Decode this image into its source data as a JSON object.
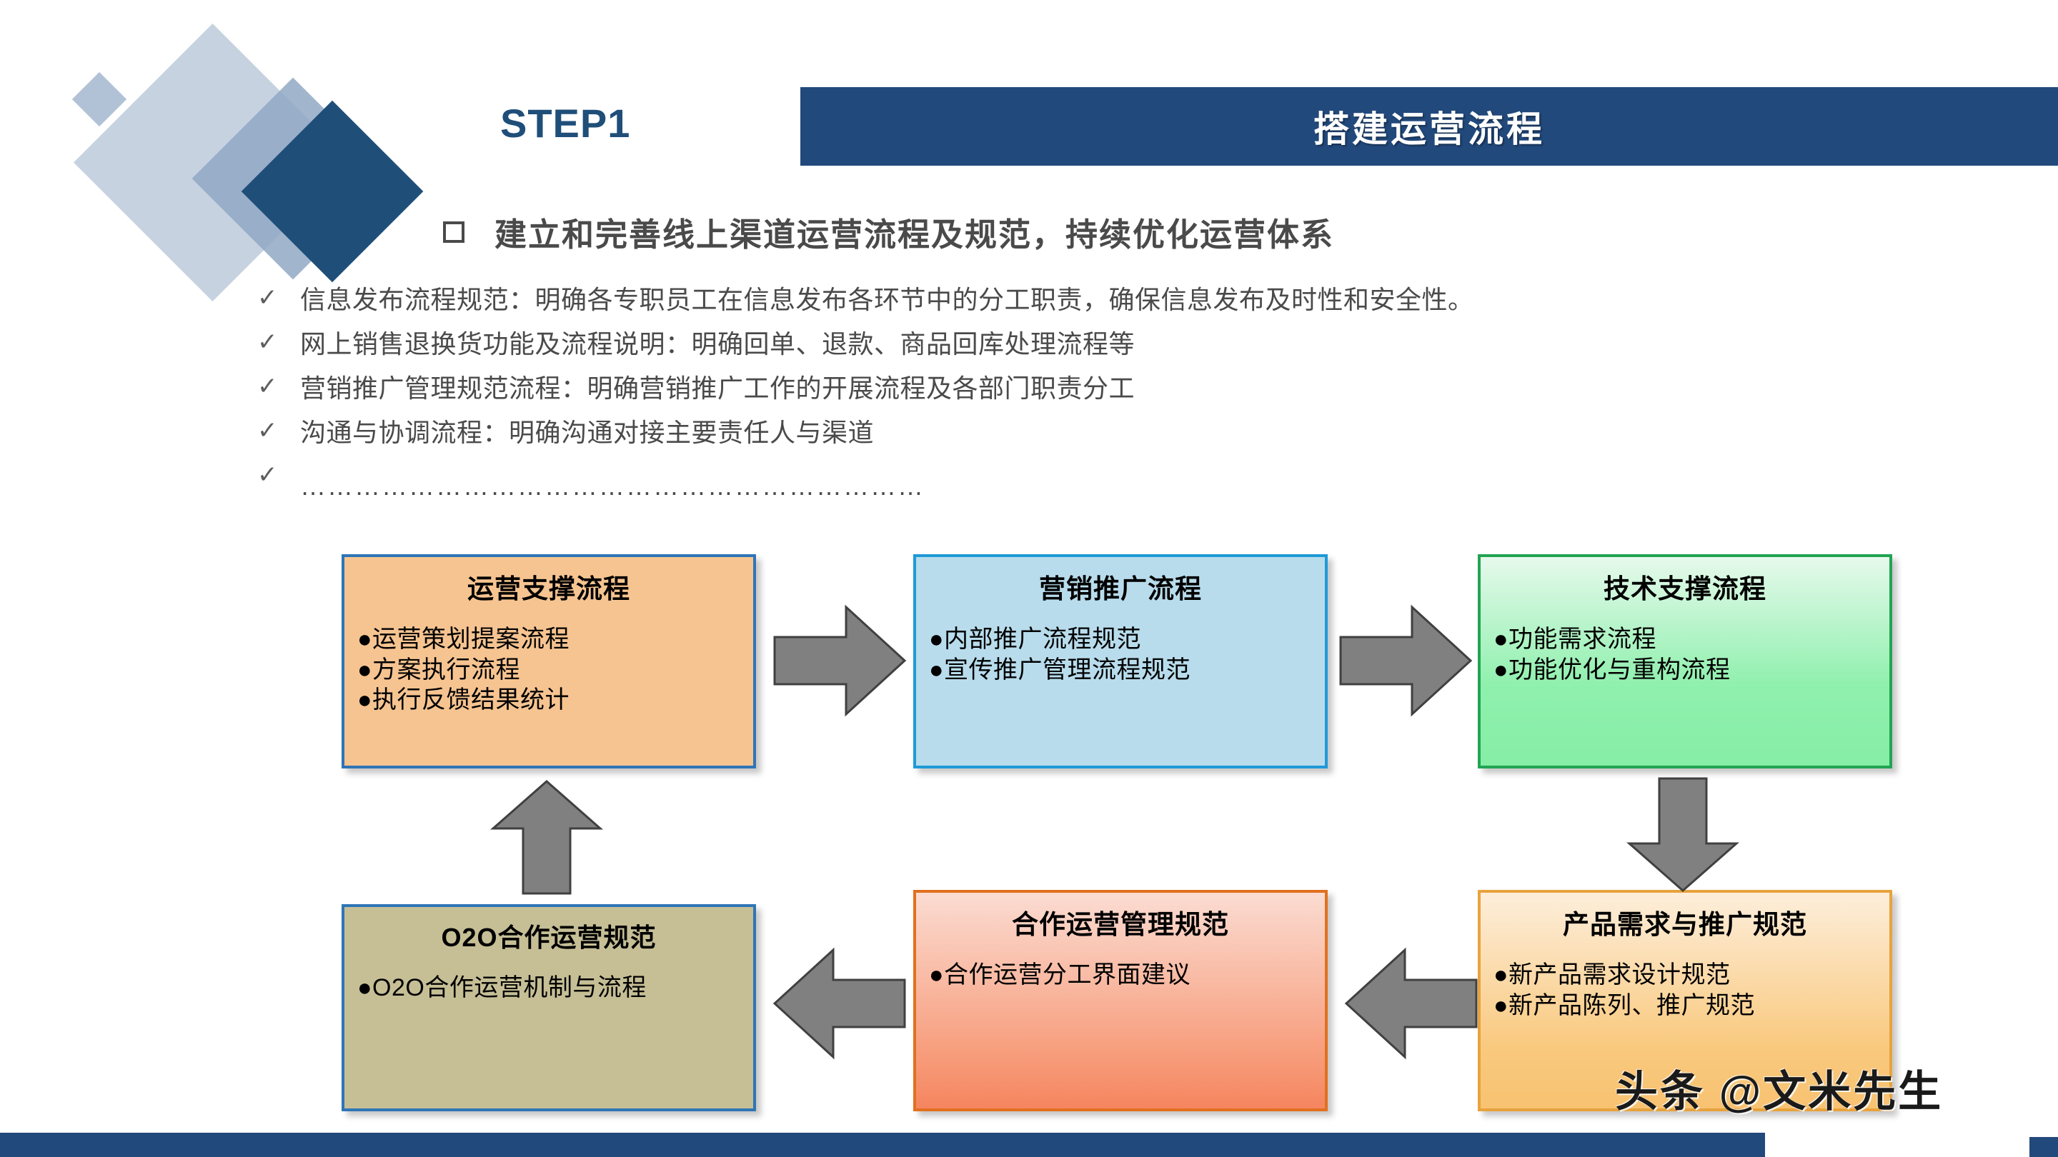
{
  "header": {
    "step_label": "STEP1",
    "banner_title": "搭建运营流程"
  },
  "heading": {
    "marker": "square-outline-bullet",
    "text": "建立和完善线上渠道运营流程及规范，持续优化运营体系"
  },
  "bullets": {
    "check_glyph": "✓",
    "items": [
      "信息发布流程规范：明确各专职员工在信息发布各环节中的分工职责，确保信息发布及时性和安全性。",
      "网上销售退换货功能及流程说明：明确回单、退款、商品回库处理流程等",
      "营销推广管理规范流程：明确营销推广工作的开展流程及各部门职责分工",
      "沟通与协调流程：明确沟通对接主要责任人与渠道",
      "……………………………………………………………"
    ]
  },
  "flow": {
    "bullet_glyph": "●",
    "nodes": [
      {
        "title": "运营支撑流程",
        "items": [
          "运营策划提案流程",
          "方案执行流程",
          "执行反馈结果统计"
        ],
        "fill": "#f6c491",
        "border": "#2e75b6"
      },
      {
        "title": "营销推广流程",
        "items": [
          "内部推广流程规范",
          "宣传推广管理流程规范"
        ],
        "fill": "#b8dcec",
        "border": "#1f9ad6"
      },
      {
        "title": "技术支撑流程",
        "items": [
          "功能需求流程",
          "功能优化与重构流程"
        ],
        "fill": "#8ff0ad",
        "border": "#22a452"
      },
      {
        "title": "产品需求与推广规范",
        "items": [
          "新产品需求设计规范",
          "新产品陈列、推广规范"
        ],
        "fill": "#f9c97e",
        "border": "#e8a33d"
      },
      {
        "title": "合作运营管理规范",
        "items": [
          "合作运营分工界面建议"
        ],
        "fill": "#f79a78",
        "border": "#e1701f"
      },
      {
        "title": "O2O合作运营规范",
        "items": [
          "O2O合作运营机制与流程"
        ],
        "fill": "#c6bf96",
        "border": "#2e75b6"
      }
    ],
    "arrows": [
      {
        "name": "arrow-right-1",
        "direction": "right"
      },
      {
        "name": "arrow-right-2",
        "direction": "right"
      },
      {
        "name": "arrow-down-1",
        "direction": "down"
      },
      {
        "name": "arrow-left-1",
        "direction": "left"
      },
      {
        "name": "arrow-left-2",
        "direction": "left"
      },
      {
        "name": "arrow-up-1",
        "direction": "up"
      }
    ],
    "arrow_color": "#808080"
  },
  "watermark": {
    "text": "头条 @文米先生"
  },
  "theme": {
    "accent_blue": "#22497c",
    "step_blue": "#1f4e79",
    "text_gray": "#4a4a4a"
  }
}
